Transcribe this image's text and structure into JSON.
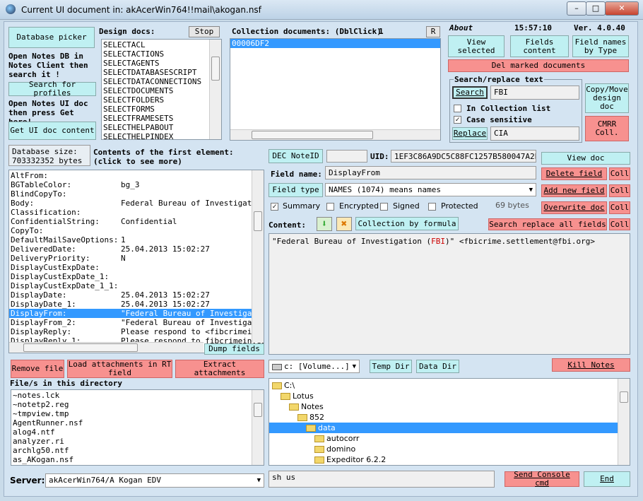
{
  "window": {
    "title": "Current UI document in: akAcerWin764!!mail\\akogan.nsf",
    "minimize": "–",
    "maximize": "□",
    "close": "✕"
  },
  "left": {
    "database_picker": "Database picker",
    "open_db_hint": "Open Notes DB in Notes Client then search it !",
    "search_profiles": "Search for profiles",
    "open_doc_hint": "Open Notes UI doc then press Get here!",
    "get_ui_doc": "Get UI doc content",
    "db_size_label": "Database size:",
    "db_size_value": "703332352 bytes",
    "first_element_label": "Contents of the first element: (click to see more)"
  },
  "design_docs": {
    "label": "Design docs:",
    "stop": "Stop",
    "items": [
      "SELECTACL",
      "SELECTACTIONS",
      "SELECTAGENTS",
      "SELECTDATABASESCRIPT",
      "SELECTDATACONNECTIONS",
      "SELECTDOCUMENTS",
      "SELECTFOLDERS",
      "SELECTFORMS",
      "SELECTFRAMESETS",
      "SELECTHELPABOUT",
      "SELECTHELPINDEX"
    ]
  },
  "collection": {
    "label": "Collection documents: (DblClick)",
    "count": "1",
    "r": "R",
    "items": [
      "00006DF2"
    ]
  },
  "about": {
    "label": "About",
    "time": "15:57:10",
    "version": "Ver. 4.0.40",
    "view_selected": "View selected",
    "fields_content": "Fields content",
    "field_names_by_type": "Field names by Type",
    "del_marked": "Del marked documents"
  },
  "search_replace": {
    "legend": "Search/replace text",
    "search_btn": "Search",
    "search_value": "FBI",
    "in_collection": "In Collection list",
    "case_sensitive": "Case sensitive",
    "replace_btn": "Replace",
    "replace_value": "CIA",
    "copy_move": "Copy/Move design doc",
    "cmrr": "CMRR Coll."
  },
  "fields_list": {
    "rows": [
      {
        "name": "AltFrom:",
        "value": ""
      },
      {
        "name": "BGTableColor:",
        "value": "bg_3"
      },
      {
        "name": "BlindCopyTo:",
        "value": ""
      },
      {
        "name": "Body:",
        "value": "Federal Bureau of Investigation"
      },
      {
        "name": "Classification:",
        "value": ""
      },
      {
        "name": "ConfidentialString:",
        "value": "Confidential"
      },
      {
        "name": "CopyTo:",
        "value": ""
      },
      {
        "name": "DefaultMailSaveOptions:",
        "value": "1"
      },
      {
        "name": "DeliveredDate:",
        "value": "25.04.2013 15:02:27"
      },
      {
        "name": "DeliveryPriority:",
        "value": "N"
      },
      {
        "name": "DisplayCustExpDate:",
        "value": ""
      },
      {
        "name": "DisplayCustExpDate_1:",
        "value": ""
      },
      {
        "name": "DisplayCustExpDate_1_1:",
        "value": ""
      },
      {
        "name": "DisplayDate:",
        "value": "25.04.2013 15:02:27"
      },
      {
        "name": "DisplayDate_1:",
        "value": "25.04.2013 15:02:27"
      },
      {
        "name": "DisplayFrom:",
        "value": "\"Federal Bureau of Investigatio"
      },
      {
        "name": "DisplayFrom_2:",
        "value": "\"Federal Bureau of Investigatio"
      },
      {
        "name": "DisplayReply:",
        "value": "Please respond to <fibcrimeinve"
      },
      {
        "name": "DisplayReply_1:",
        "value": "Please respond to fibcrimeinves"
      }
    ],
    "dump_fields": "Dump fields"
  },
  "doc": {
    "dec_noteid": "DEC NoteID",
    "unid_label": "UID:",
    "unid_value": "1EF3C86A9DC5C88FC1257B580047A2E1",
    "view_doc": "View doc",
    "field_name_label": "Field name:",
    "field_name_value": "DisplayFrom",
    "delete_field": "Delete field",
    "field_type": "Field type",
    "field_type_value": "NAMES (1074) means names",
    "add_new_field": "Add new field",
    "summary": "Summary",
    "encrypted": "Encrypted",
    "signed": "Signed",
    "protected": "Protected",
    "size": "69 bytes",
    "overwrite_doc": "Overwrite doc",
    "coll": "Coll",
    "content_label": "Content:",
    "collection_by_formula": "Collection by formula",
    "search_replace_all": "Search replace all fields",
    "content_prefix": "\"Federal Bureau of Investigation (",
    "content_highlight": "FBI",
    "content_suffix": ")\" <fbicrime.settlement@fbi.org>"
  },
  "bottom": {
    "remove_file": "Remove file",
    "load_attachments": "Load attachments in RT field",
    "extract_attachments": "Extract attachments",
    "files_label": "File/s in this directory",
    "files": [
      "~notes.lck",
      "~notetp2.reg",
      "~tmpview.tmp",
      "AgentRunner.nsf",
      "alog4.ntf",
      "analyzer.ri",
      "archlg50.ntf",
      "as_AKogan.nsf"
    ],
    "drive": "c: [Volume...]",
    "temp_dir": "Temp Dir",
    "data_dir": "Data Dir",
    "kill_notes": "Kill Notes",
    "tree": [
      {
        "name": "C:\\",
        "depth": 0,
        "selected": false
      },
      {
        "name": "Lotus",
        "depth": 1,
        "selected": false
      },
      {
        "name": "Notes",
        "depth": 2,
        "selected": false
      },
      {
        "name": "852",
        "depth": 3,
        "selected": false
      },
      {
        "name": "data",
        "depth": 4,
        "selected": true
      },
      {
        "name": "autocorr",
        "depth": 5,
        "selected": false
      },
      {
        "name": "domino",
        "depth": 5,
        "selected": false
      },
      {
        "name": "Expeditor 6.2.2",
        "depth": 5,
        "selected": false
      }
    ],
    "server_label": "Server:",
    "server_value": "akAcerWin764/A Kogan EDV",
    "console_value": "sh us",
    "send_console": "Send Console cmd",
    "end": "End"
  }
}
